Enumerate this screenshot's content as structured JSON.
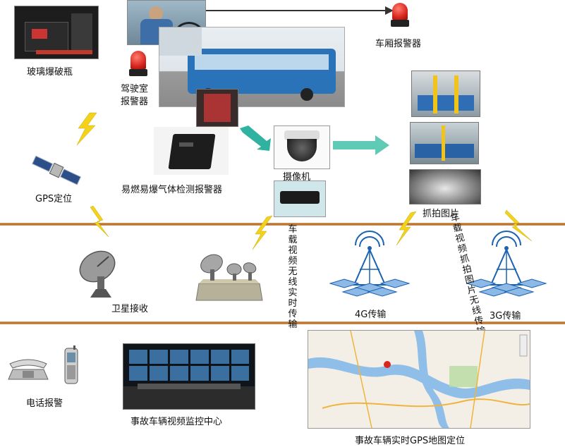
{
  "labels": {
    "glass_breaker": "玻璃爆破瓶",
    "cabin_alarm": "车厢报警器",
    "driver_alarm_line1": "驾驶室",
    "driver_alarm_line2": "报警器",
    "gas_detector": "易燃易爆气体检测报警器",
    "camera": "摄像机",
    "snapshot": "抓拍图片",
    "gps": "GPS定位",
    "satellite_receive": "卫星接收",
    "trans_4g": "4G传输",
    "trans_3g": "3G传输",
    "video_wireless": "车载视频无线实时传输",
    "snapshot_wireless": "车载视频抓拍图片无线传输",
    "phone_alarm": "电话报警",
    "monitor_center": "事故车辆视频监控中心",
    "gps_map": "事故车辆实时GPS地图定位"
  },
  "colors": {
    "band": "#b06a2a",
    "lightning": "#f2d21b",
    "arrow_teal": "#2fb3a0",
    "siren": "#d8261e",
    "tower": "#1b62b0",
    "map_water": "#8fbfe8",
    "map_land": "#f3efe6"
  }
}
